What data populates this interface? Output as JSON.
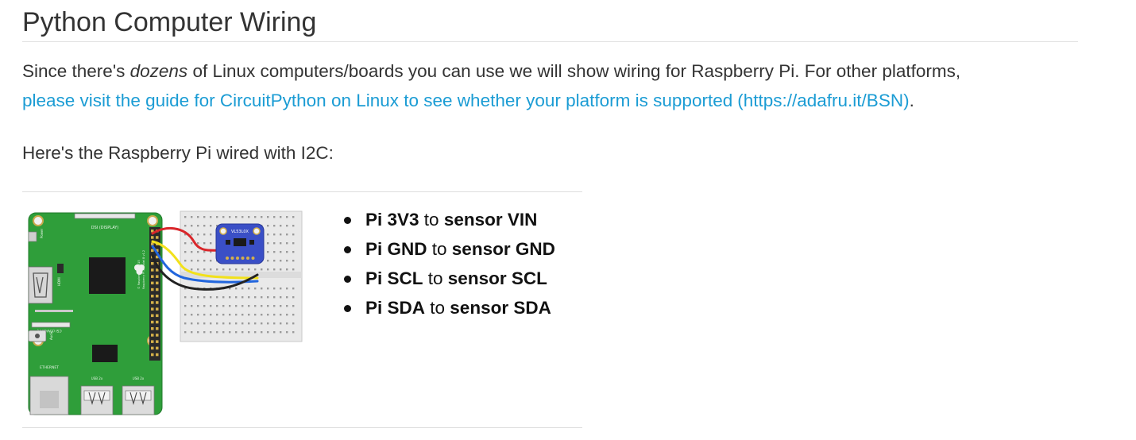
{
  "heading": "Python Computer Wiring",
  "intro": {
    "text_before": "Since there's ",
    "emphasis": "dozens",
    "text_after": " of Linux computers/boards you can use we will show wiring for Raspberry Pi. For other platforms,",
    "link_text": "please visit the guide for CircuitPython on Linux to see whether your platform is supported",
    "link_url_text": "(https://adafru.it/BSN)",
    "trailing": "."
  },
  "figure_intro": "Here's the Raspberry Pi wired with I2C:",
  "diagram": {
    "board_labels": {
      "dsi": "DSI (DISPLAY)",
      "power": "Power",
      "hdmi": "HDMI",
      "camera": "CSI (CAMERA)",
      "audio": "Audio",
      "ethernet": "ETHERNET",
      "usb1": "USB 2x",
      "usb2": "USB 2x",
      "gpio": "GPIO",
      "model": "Raspberry Pi 3 Model B v1.2",
      "copyright": "© Raspberry Pi 2015"
    },
    "sensor_label": "VL53L0X",
    "wire_colors": {
      "vin": "#d9262a",
      "gnd": "#222222",
      "scl": "#f2e11b",
      "sda": "#2266dd"
    },
    "board_color": "#2f9e3a",
    "sensor_color": "#3a4fc6"
  },
  "wiring_list": [
    {
      "pi_pin": "Pi 3V3",
      "connector": " to ",
      "sensor_pin": "sensor VIN"
    },
    {
      "pi_pin": "Pi GND",
      "connector": " to ",
      "sensor_pin": "sensor GND"
    },
    {
      "pi_pin": "Pi SCL",
      "connector": " to ",
      "sensor_pin": "sensor SCL"
    },
    {
      "pi_pin": "Pi SDA",
      "connector": " to ",
      "sensor_pin": "sensor SDA"
    }
  ]
}
